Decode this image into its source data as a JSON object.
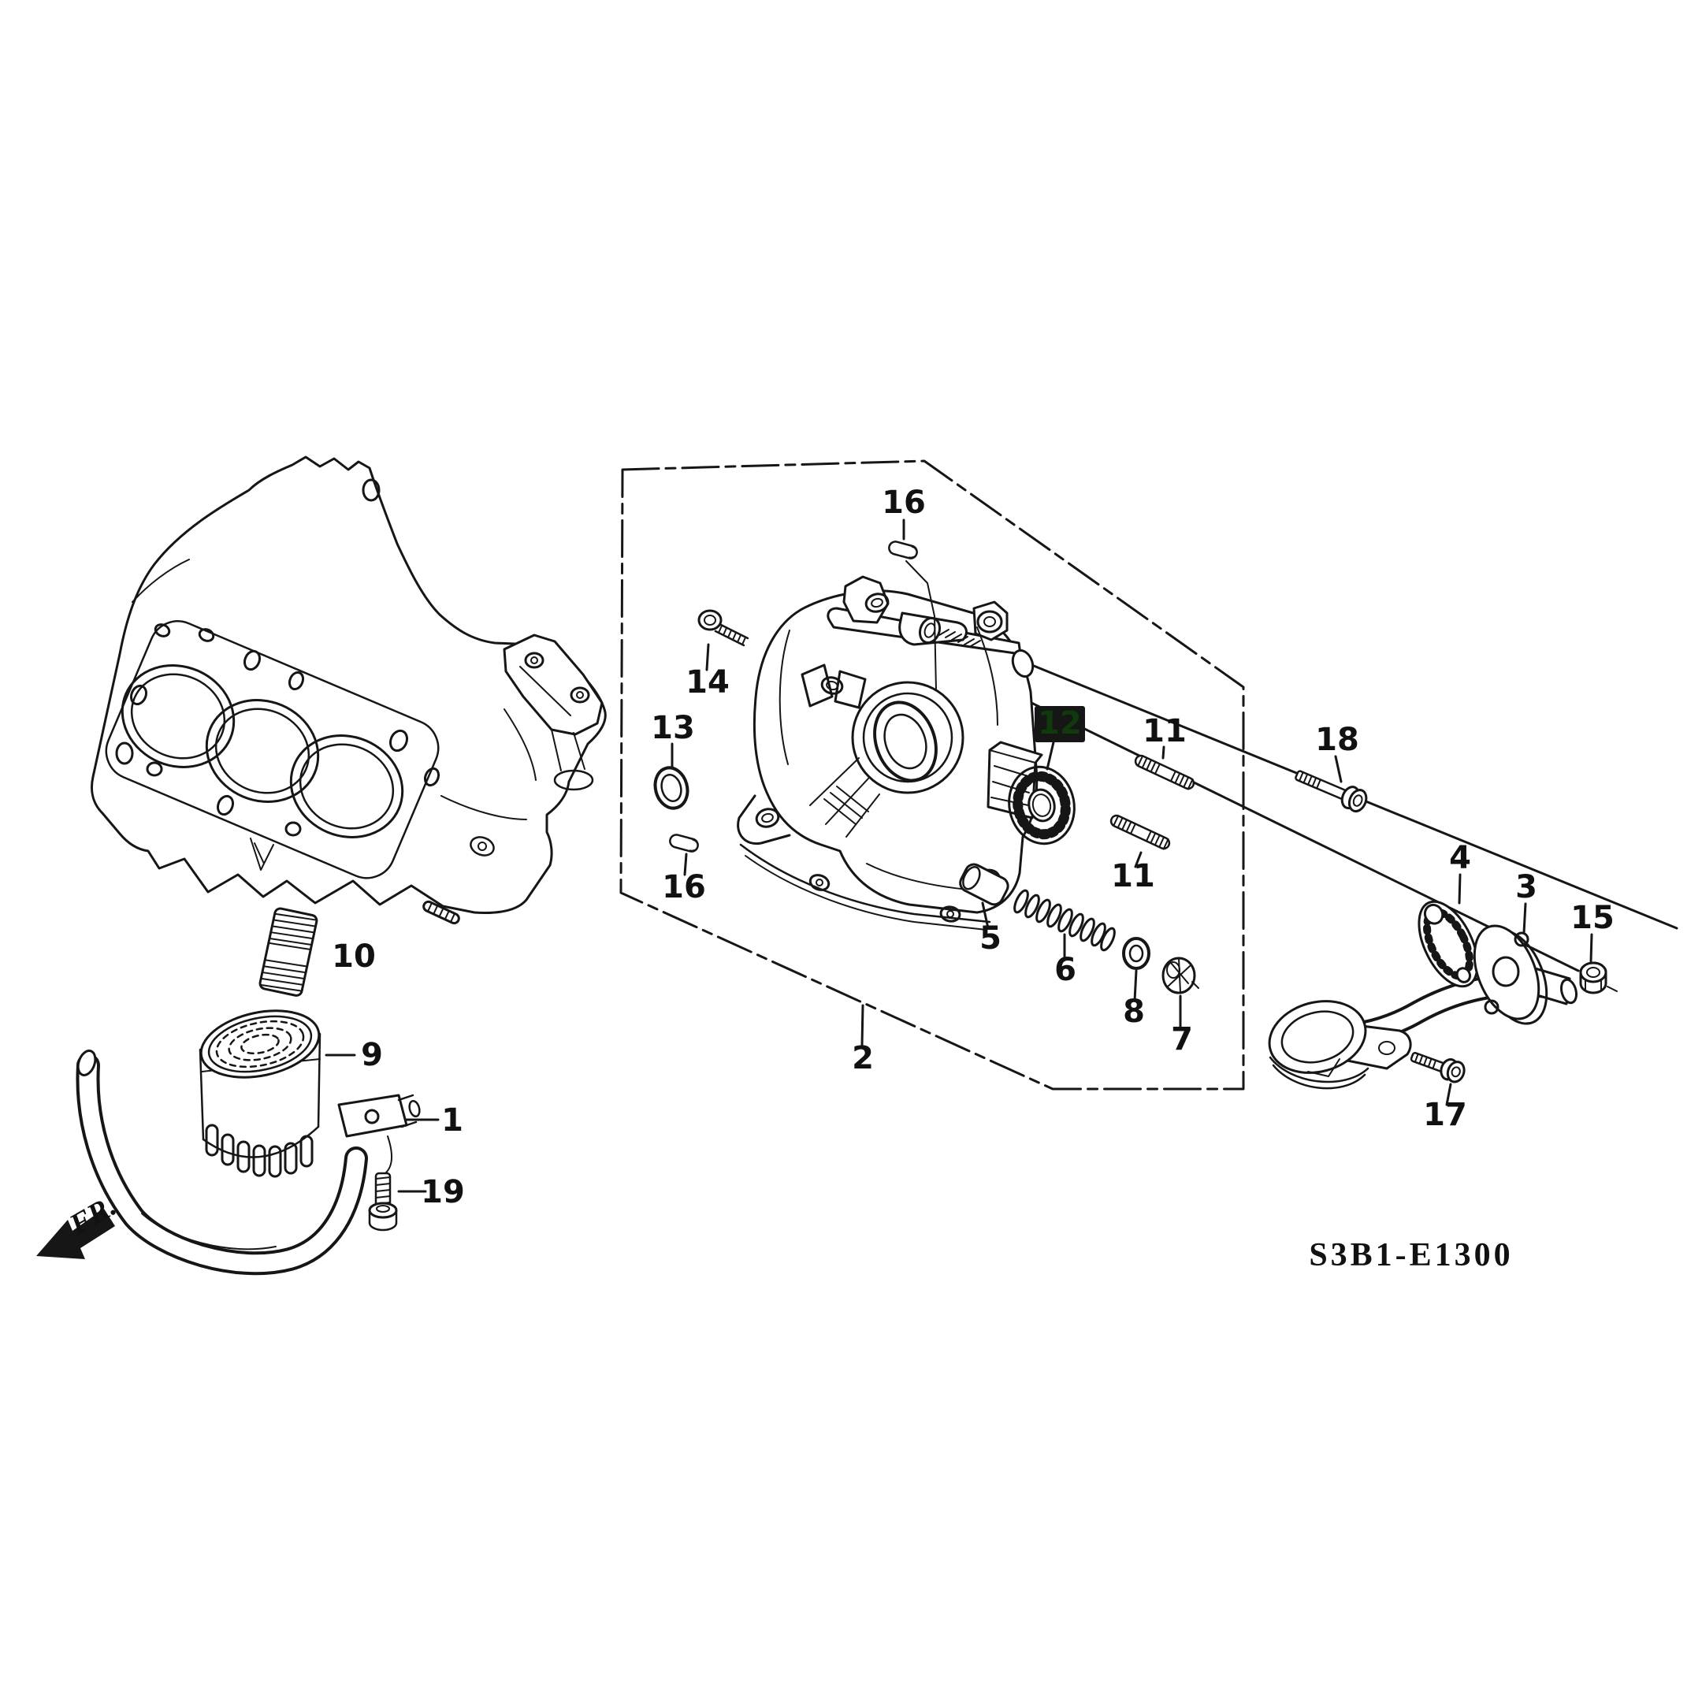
{
  "diagram": {
    "code": "S3B1-E1300",
    "front_marker": "FR.",
    "highlighted_part": "12",
    "colors": {
      "line": "#161616",
      "background": "#ffffff",
      "highlight_bg": "#4ed13e",
      "highlight_text": "#103a0c"
    },
    "labels": {
      "p1": "1",
      "p2": "2",
      "p3": "3",
      "p4": "4",
      "p5": "5",
      "p6": "6",
      "p7": "7",
      "p8": "8",
      "p9": "9",
      "p10": "10",
      "p11": "11",
      "p12": "12",
      "p13": "13",
      "p14": "14",
      "p15": "15",
      "p16": "16",
      "p17": "17",
      "p18": "18",
      "p19": "19"
    },
    "callouts_visible": [
      "16",
      "14",
      "13",
      "16",
      "12",
      "11",
      "11",
      "18",
      "4",
      "3",
      "15",
      "5",
      "6",
      "8",
      "7",
      "2",
      "17",
      "10",
      "9",
      "1",
      "19"
    ]
  }
}
